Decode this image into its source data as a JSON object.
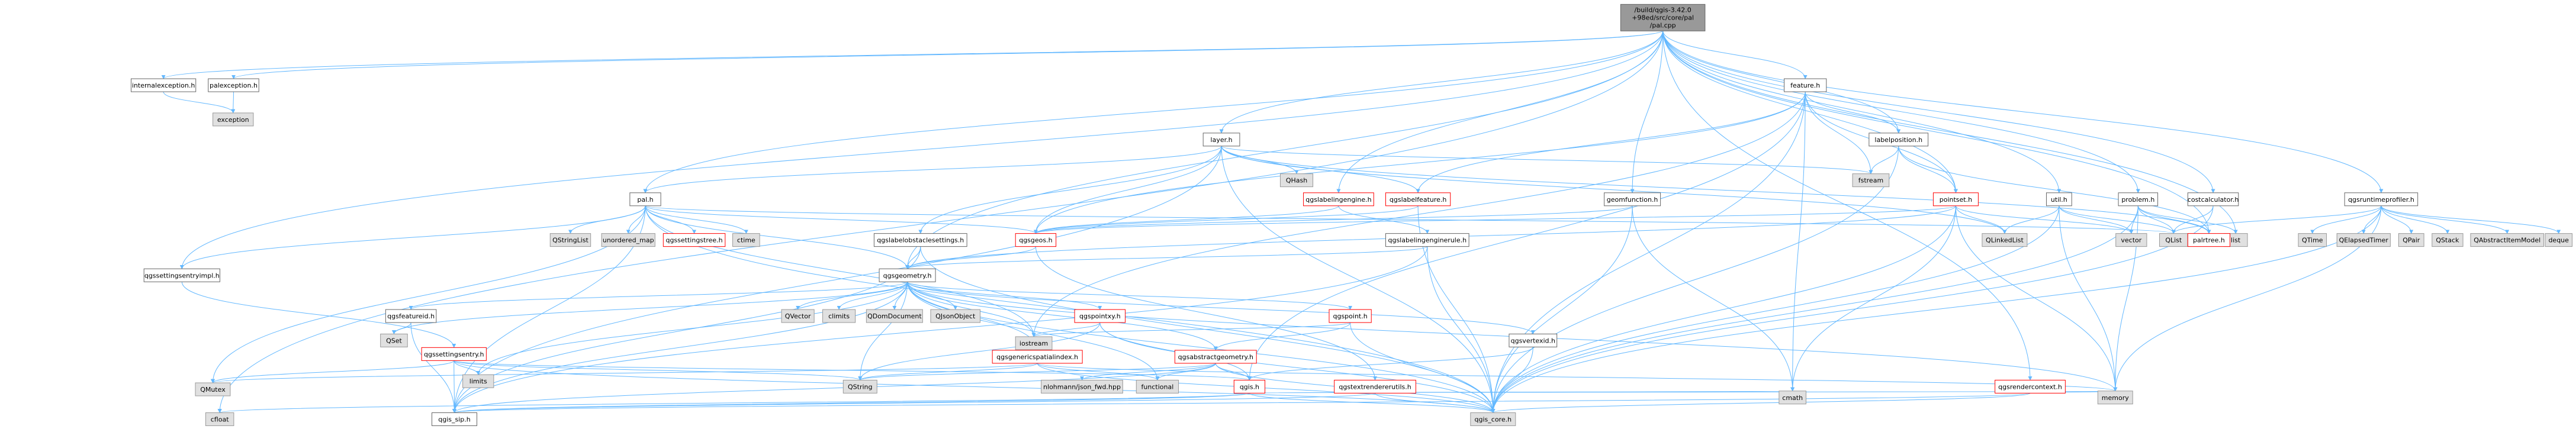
{
  "palette": {
    "root_fill": "#999999",
    "root_stroke": "#666666",
    "local_fill": "#ffffff",
    "local_stroke": "#666666",
    "red_stroke": "#ff0000",
    "external_fill": "#e0e0e0",
    "external_stroke": "#999999",
    "edge": "#63b8ff"
  },
  "nodes": [
    {
      "id": "root",
      "lines": [
        "/build/qgis-3.42.0",
        "+98ed/src/core/pal",
        "/pal.cpp"
      ],
      "kind": "root"
    },
    {
      "id": "internalexception",
      "lines": [
        "internalexception.h"
      ],
      "kind": "local"
    },
    {
      "id": "palexception",
      "lines": [
        "palexception.h"
      ],
      "kind": "local"
    },
    {
      "id": "exception",
      "lines": [
        "exception"
      ],
      "kind": "external"
    },
    {
      "id": "feature",
      "lines": [
        "feature.h"
      ],
      "kind": "local"
    },
    {
      "id": "layer",
      "lines": [
        "layer.h"
      ],
      "kind": "local"
    },
    {
      "id": "labelposition",
      "lines": [
        "labelposition.h"
      ],
      "kind": "local"
    },
    {
      "id": "qhash",
      "lines": [
        "QHash"
      ],
      "kind": "external"
    },
    {
      "id": "fstream",
      "lines": [
        "fstream"
      ],
      "kind": "external"
    },
    {
      "id": "pal",
      "lines": [
        "pal.h"
      ],
      "kind": "local"
    },
    {
      "id": "qgslabelingengine",
      "lines": [
        "qgslabelingengine.h"
      ],
      "kind": "red"
    },
    {
      "id": "qgslabelfeature",
      "lines": [
        "qgslabelfeature.h"
      ],
      "kind": "red"
    },
    {
      "id": "geomfunction",
      "lines": [
        "geomfunction.h"
      ],
      "kind": "local"
    },
    {
      "id": "pointset",
      "lines": [
        "pointset.h"
      ],
      "kind": "red"
    },
    {
      "id": "util",
      "lines": [
        "util.h"
      ],
      "kind": "local"
    },
    {
      "id": "problem",
      "lines": [
        "problem.h"
      ],
      "kind": "local"
    },
    {
      "id": "costcalculator",
      "lines": [
        "costcalculator.h"
      ],
      "kind": "local"
    },
    {
      "id": "qgsruntimeprofiler",
      "lines": [
        "qgsruntimeprofiler.h"
      ],
      "kind": "local"
    },
    {
      "id": "qstringlist",
      "lines": [
        "QStringList"
      ],
      "kind": "external"
    },
    {
      "id": "unordered_map",
      "lines": [
        "unordered_map"
      ],
      "kind": "external"
    },
    {
      "id": "qgssettingstree",
      "lines": [
        "qgssettingstree.h"
      ],
      "kind": "red"
    },
    {
      "id": "ctime",
      "lines": [
        "ctime"
      ],
      "kind": "external"
    },
    {
      "id": "qgslabelobstaclesettings",
      "lines": [
        "qgslabelobstaclesettings.h"
      ],
      "kind": "local"
    },
    {
      "id": "qgsgeos",
      "lines": [
        "qgsgeos.h"
      ],
      "kind": "red"
    },
    {
      "id": "qgslabelingenginerule",
      "lines": [
        "qgslabelingenginerule.h"
      ],
      "kind": "local"
    },
    {
      "id": "qlinkedlist",
      "lines": [
        "QLinkedList"
      ],
      "kind": "external"
    },
    {
      "id": "vector",
      "lines": [
        "vector"
      ],
      "kind": "external"
    },
    {
      "id": "qlist",
      "lines": [
        "QList"
      ],
      "kind": "external"
    },
    {
      "id": "list",
      "lines": [
        "list"
      ],
      "kind": "external"
    },
    {
      "id": "paltree",
      "lines": [
        "palrtree.h"
      ],
      "kind": "red"
    },
    {
      "id": "qtime",
      "lines": [
        "QTime"
      ],
      "kind": "external"
    },
    {
      "id": "qelapsedtimer",
      "lines": [
        "QElapsedTimer"
      ],
      "kind": "external"
    },
    {
      "id": "qpair",
      "lines": [
        "QPair"
      ],
      "kind": "external"
    },
    {
      "id": "qstack",
      "lines": [
        "QStack"
      ],
      "kind": "external"
    },
    {
      "id": "qabstractitemmodel",
      "lines": [
        "QAbstractItemModel"
      ],
      "kind": "external"
    },
    {
      "id": "deque",
      "lines": [
        "deque"
      ],
      "kind": "external"
    },
    {
      "id": "qgssettingsentryimpl",
      "lines": [
        "qgssettingsentryimpl.h"
      ],
      "kind": "local"
    },
    {
      "id": "qgsgeometry",
      "lines": [
        "qgsgeometry.h"
      ],
      "kind": "local"
    },
    {
      "id": "qgsfeatureid",
      "lines": [
        "qgsfeatureid.h"
      ],
      "kind": "local"
    },
    {
      "id": "qvector",
      "lines": [
        "QVector"
      ],
      "kind": "external"
    },
    {
      "id": "climits",
      "lines": [
        "climits"
      ],
      "kind": "external"
    },
    {
      "id": "qdomdocument",
      "lines": [
        "QDomDocument"
      ],
      "kind": "external"
    },
    {
      "id": "qjsonobject",
      "lines": [
        "QJsonObject"
      ],
      "kind": "external"
    },
    {
      "id": "qgspointxy",
      "lines": [
        "qgspointxy.h"
      ],
      "kind": "red"
    },
    {
      "id": "qgspoint",
      "lines": [
        "qgspoint.h"
      ],
      "kind": "red"
    },
    {
      "id": "qgsvertexid",
      "lines": [
        "qgsvertexid.h"
      ],
      "kind": "local"
    },
    {
      "id": "qset",
      "lines": [
        "QSet"
      ],
      "kind": "external"
    },
    {
      "id": "qgssettingsentry",
      "lines": [
        "qgssettingsentry.h"
      ],
      "kind": "red"
    },
    {
      "id": "iostream",
      "lines": [
        "iostream"
      ],
      "kind": "external"
    },
    {
      "id": "qgsgenericspatialindex",
      "lines": [
        "qgsgenericspatialindex.h"
      ],
      "kind": "red"
    },
    {
      "id": "qgsabstractgeometry",
      "lines": [
        "qgsabstractgeometry.h"
      ],
      "kind": "red"
    },
    {
      "id": "functional",
      "lines": [
        "functional"
      ],
      "kind": "external"
    },
    {
      "id": "limits",
      "lines": [
        "limits"
      ],
      "kind": "external"
    },
    {
      "id": "qmutex",
      "lines": [
        "QMutex"
      ],
      "kind": "external"
    },
    {
      "id": "qstring",
      "lines": [
        "QString"
      ],
      "kind": "external"
    },
    {
      "id": "nlohmann",
      "lines": [
        "nlohmann/json_fwd.hpp"
      ],
      "kind": "external"
    },
    {
      "id": "qgis_h",
      "lines": [
        "qgis.h"
      ],
      "kind": "red"
    },
    {
      "id": "qgstextrendererutils",
      "lines": [
        "qgstextrendererutils.h"
      ],
      "kind": "red"
    },
    {
      "id": "qgsrendercontext",
      "lines": [
        "qgsrendercontext.h"
      ],
      "kind": "red"
    },
    {
      "id": "cfloat",
      "lines": [
        "cfloat"
      ],
      "kind": "external"
    },
    {
      "id": "qgis_sip",
      "lines": [
        "qgis_sip.h"
      ],
      "kind": "local"
    },
    {
      "id": "qgis_core",
      "lines": [
        "qgis_core.h"
      ],
      "kind": "external"
    },
    {
      "id": "cmath",
      "lines": [
        "cmath"
      ],
      "kind": "external"
    },
    {
      "id": "memory",
      "lines": [
        "memory"
      ],
      "kind": "external"
    }
  ]
}
